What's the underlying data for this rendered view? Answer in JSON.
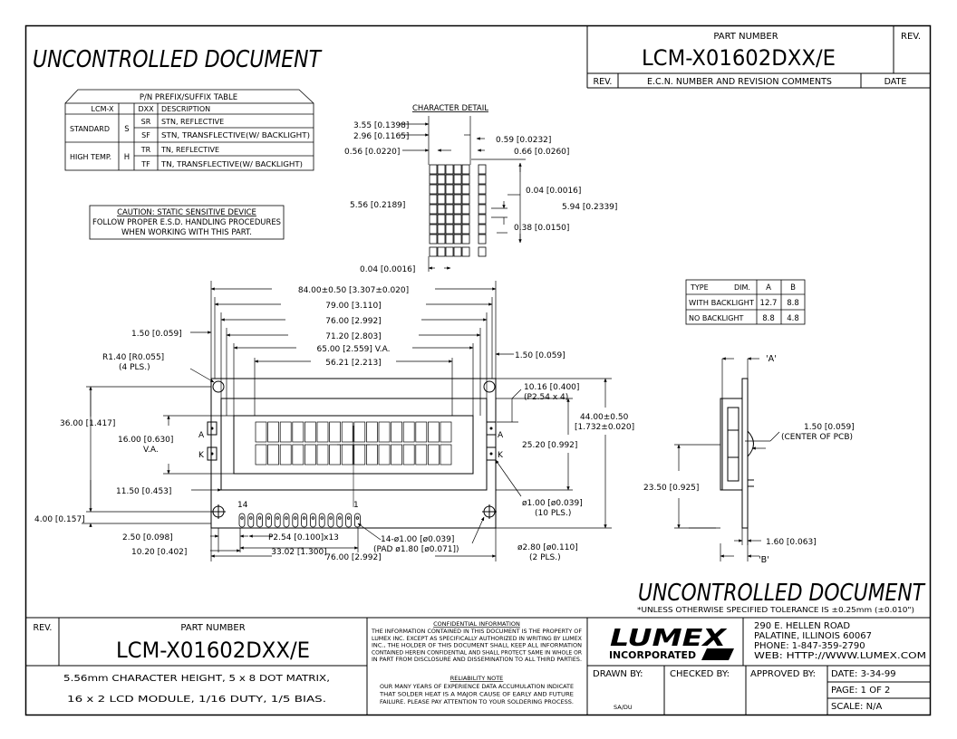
{
  "header": {
    "uncontrolled": "UNCONTROLLED DOCUMENT",
    "part_number_label": "PART NUMBER",
    "part_number": "LCM-X01602DXX/E",
    "rev_label": "REV.",
    "rev_row": {
      "rev": "REV.",
      "ecn": "E.C.N. NUMBER AND REVISION COMMENTS",
      "date": "DATE"
    }
  },
  "pn_table": {
    "title": "P/N PREFIX/SUFFIX TABLE",
    "col1": "LCM-X",
    "col2": "DXX",
    "col3": "DESCRIPTION",
    "rows": [
      {
        "group": "STANDARD",
        "code": "S",
        "suffix": "SR",
        "desc": "STN, REFLECTIVE"
      },
      {
        "group": "STANDARD",
        "code": "S",
        "suffix": "SF",
        "desc": "STN, TRANSFLECTIVE(W/ BACKLIGHT)"
      },
      {
        "group": "HIGH TEMP.",
        "code": "H",
        "suffix": "TR",
        "desc": "TN, REFLECTIVE"
      },
      {
        "group": "HIGH TEMP.",
        "code": "H",
        "suffix": "TF",
        "desc": "TN, TRANSFLECTIVE(W/ BACKLIGHT)"
      }
    ]
  },
  "caution": {
    "line1": "CAUTION: STATIC SENSITIVE DEVICE",
    "line2": "FOLLOW PROPER E.S.D. HANDLING PROCEDURES",
    "line3": "WHEN WORKING WITH THIS PART."
  },
  "char_detail": {
    "title": "CHARACTER DETAIL",
    "d1": "3.55 [0.1398]",
    "d2": "2.96 [0.1165]",
    "d3": "0.56 [0.0220]",
    "d4": "0.59 [0.0232]",
    "d5": "0.66 [0.0260]",
    "d6": "0.04 [0.0016]",
    "d7": "5.56 [0.2189]",
    "d8": "5.94 [0.2339]",
    "d9": "0.38 [0.0150]",
    "d10": "0.04 [0.0016]"
  },
  "dim_table": {
    "h_type": "TYPE",
    "h_dim": "DIM.",
    "h_a": "A",
    "h_b": "B",
    "rows": [
      {
        "type": "WITH BACKLIGHT",
        "a": "12.7",
        "b": "8.8"
      },
      {
        "type": "NO BACKLIGHT",
        "a": "8.8",
        "b": "4.8"
      }
    ]
  },
  "front_dims": {
    "w84": "84.00±0.50 [3.307±0.020]",
    "w79": "79.00 [3.110]",
    "w76": "76.00 [2.992]",
    "w7120": "71.20 [2.803]",
    "w65": "65.00 [2.559] V.A.",
    "w5621": "56.21 [2.213]",
    "d150l": "1.50 [0.059]",
    "d150r": "1.50 [0.059]",
    "r140": "R1.40 [R0.055]",
    "r140b": "(4 PLS.)",
    "h1016": "10.16 [0.400]",
    "h1016b": "(P2.54 x 4)",
    "h44": "44.00±0.50",
    "h44b": "[1.732±0.020]",
    "h36": "36.00 [1.417]",
    "h16": "16.00 [0.630]",
    "h16b": "V.A.",
    "h2520": "25.20 [0.992]",
    "h1150": "11.50 [0.453]",
    "h4": "4.00 [0.157]",
    "phi1": "ø1.00 [ø0.039]",
    "phi1b": "(10 PLS.)",
    "pin14": "14",
    "pin1": "1",
    "p250": "2.50 [0.098]",
    "p254": "P2.54 [0.100]x13",
    "p1020": "10.20 [0.402]",
    "p3302": "33.02 [1.300]",
    "pad1": "14-ø1.00 [ø0.039]",
    "pad2": "(PAD ø1.80 [ø0.071])",
    "phi28": "ø2.80 [ø0.110]",
    "phi28b": "(2 PLS.)",
    "b76": "76.00 [2.992]",
    "lbl_a": "A",
    "lbl_k": "K"
  },
  "side_view": {
    "a": "'A'",
    "b": "'B'",
    "d150": "1.50 [0.059]",
    "d150b": "(CENTER OF PCB)",
    "d2350": "23.50 [0.925]",
    "d160": "1.60 [0.063]"
  },
  "footer": {
    "uncontrolled": "UNCONTROLLED DOCUMENT",
    "tolerance": "*UNLESS OTHERWISE SPECIFIED TOLERANCE IS ±0.25mm (±0.010\")",
    "rev_label": "REV.",
    "part_number_label": "PART NUMBER",
    "part_number": "LCM-X01602DXX/E",
    "desc1": "5.56mm CHARACTER HEIGHT, 5 x 8 DOT MATRIX,",
    "desc2": "16 x 2 LCD MODULE, 1/16 DUTY, 1/5 BIAS.",
    "conf_title": "CONFIDENTIAL INFORMATION",
    "conf_lines": [
      "THE INFORMATION CONTAINED IN THIS DOCUMENT IS THE PROPERTY OF",
      "LUMEX INC.  EXCEPT AS SPECIFICALLY AUTHORIZED IN WRITING BY LUMEX",
      "INC., THE HOLDER OF THIS DOCUMENT SHALL KEEP ALL INFORMATION",
      "CONTAINED HEREIN CONFIDENTIAL AND SHALL PROTECT SAME IN WHOLE OR",
      "IN PART FROM DISCLOSURE AND DISSEMINATION TO ALL THIRD PARTIES."
    ],
    "rel_title": "RELIABILITY NOTE",
    "rel_lines": [
      "OUR MANY YEARS OF EXPERIENCE DATA ACCUMULATION INDICATE",
      "THAT SOLDER HEAT IS A MAJOR CAUSE OF EARLY AND FUTURE",
      "FAILURE.  PLEASE PAY ATTENTION TO YOUR SOLDERING PROCESS."
    ],
    "logo": "LUMEX",
    "logo_sub": "INCORPORATED",
    "addr1": "290 E. HELLEN ROAD",
    "addr2": "PALATINE, ILLINOIS  60067",
    "addr3": "PHONE: 1-847-359-2790",
    "addr4": "WEB: HTTP://WWW.LUMEX.COM",
    "drawn_by": "DRAWN BY:",
    "checked_by": "CHECKED BY:",
    "approved_by": "APPROVED BY:",
    "drawn_init": "SA/DU",
    "date": "DATE:  3-34-99",
    "page": "PAGE:   1 OF 2",
    "scale": "SCALE:   N/A"
  }
}
